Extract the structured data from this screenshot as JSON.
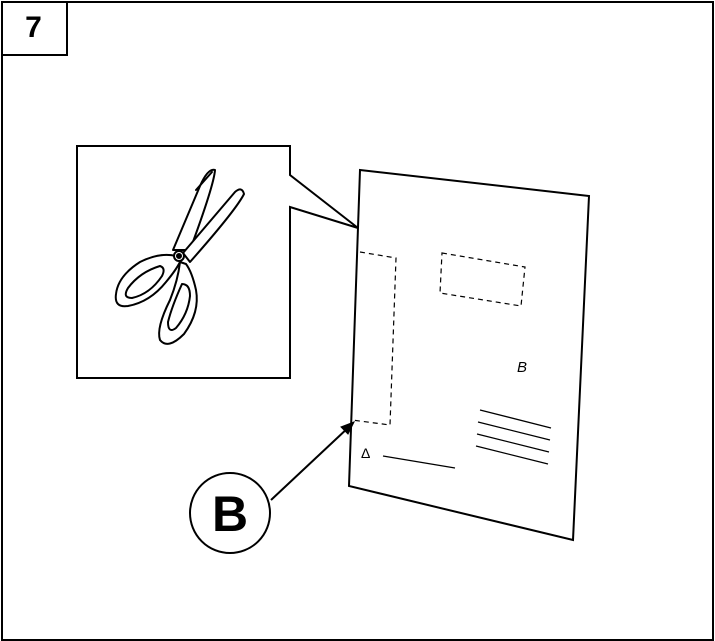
{
  "step": {
    "number": "7"
  },
  "sheet": {
    "letter": "B",
    "triangle": "Δ"
  },
  "callout": {
    "label": "B"
  },
  "icons": {
    "scissors": "scissors-icon"
  },
  "colors": {
    "line": "#000000",
    "background": "#ffffff"
  }
}
